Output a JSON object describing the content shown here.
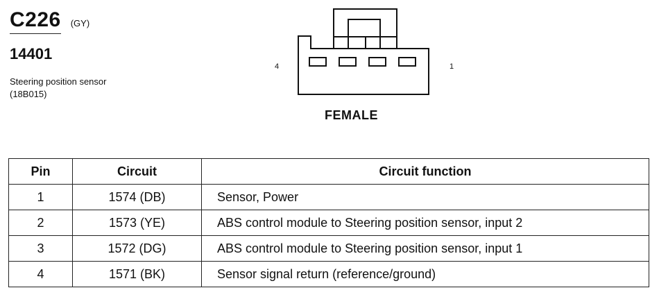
{
  "connector": {
    "id": "C226",
    "color": "(GY)",
    "part_number": "14401",
    "description": "Steering position sensor (18B015)"
  },
  "diagram": {
    "left_pin_label": "4",
    "right_pin_label": "1",
    "gender": "FEMALE"
  },
  "table": {
    "headers": [
      "Pin",
      "Circuit",
      "Circuit function"
    ],
    "rows": [
      {
        "pin": "1",
        "circuit": "1574 (DB)",
        "function": "Sensor, Power"
      },
      {
        "pin": "2",
        "circuit": "1573 (YE)",
        "function": "ABS control module  to Steering position sensor, input 2"
      },
      {
        "pin": "3",
        "circuit": "1572 (DG)",
        "function": "ABS control module  to Steering position sensor, input 1"
      },
      {
        "pin": "4",
        "circuit": "1571 (BK)",
        "function": "Sensor signal return (reference/ground)"
      }
    ]
  }
}
